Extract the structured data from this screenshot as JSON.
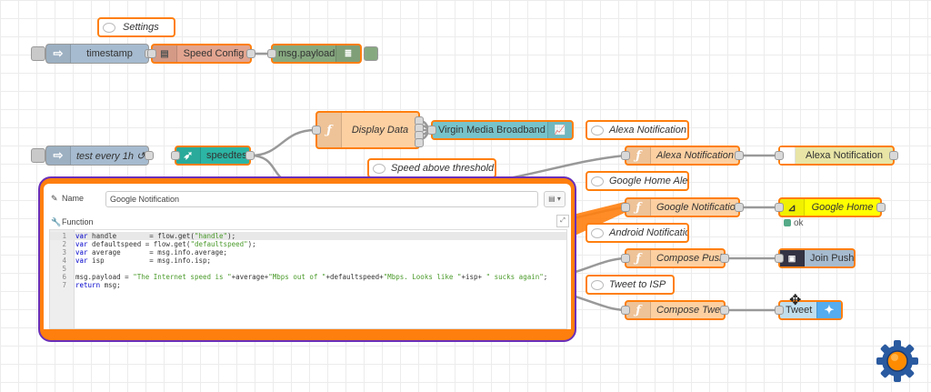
{
  "nodes": {
    "settings_comment": "Settings",
    "timestamp": "timestamp",
    "speed_config": "Speed Config",
    "msg_payload": "msg.payload",
    "display_data": "Display Data",
    "virgin_media": "Virgin Media Broadband",
    "alexa_comment": "Alexa Notification",
    "test_every": "test every 1h ↺",
    "speedtest": "speedtest",
    "alexa_func": "Alexa Notification",
    "alexa_out": "Alexa Notification",
    "speed_above": "Speed above threshold",
    "google_alert_comment": "Google Home Alert",
    "google_notification": "Google Notification",
    "google_home": "Google Home",
    "google_home_status": "ok",
    "android_comment": "Android Notification",
    "compose_push": "Compose Push",
    "join_push": "Join Push",
    "tweet_isp_comment": "Tweet to ISP",
    "compose_tweet": "Compose Tweet",
    "tweet": "Tweet"
  },
  "editor": {
    "name_label": "Name",
    "name_value": "Google Notification",
    "function_label": "Function",
    "code": [
      {
        "n": "1",
        "t": "var handle        = flow.get(\"handle\");"
      },
      {
        "n": "2",
        "t": "var defaultspeed = flow.get(\"defaultspeed\");"
      },
      {
        "n": "3",
        "t": "var average       = msg.info.average;"
      },
      {
        "n": "4",
        "t": "var isp           = msg.info.isp;"
      },
      {
        "n": "5",
        "t": ""
      },
      {
        "n": "6",
        "t": "msg.payload = \"The Internet speed is \"+average+\"Mbps out of \"+defaultspeed+\"Mbps. Looks like \"+isp+ \" sucks again\";"
      },
      {
        "n": "7",
        "t": "return msg;"
      }
    ]
  },
  "colors": {
    "inject": "#a6bbcf",
    "function": "#fdd0a2",
    "debug": "#87a980",
    "template": "#e2a48f",
    "dashboard": "#77c3cb",
    "alexa": "#e8e5a6",
    "google_home": "#ffff00",
    "speedtest": "#2cb5a4",
    "selection": "#ff7f0e",
    "editor_border": "#6a2fb8"
  }
}
